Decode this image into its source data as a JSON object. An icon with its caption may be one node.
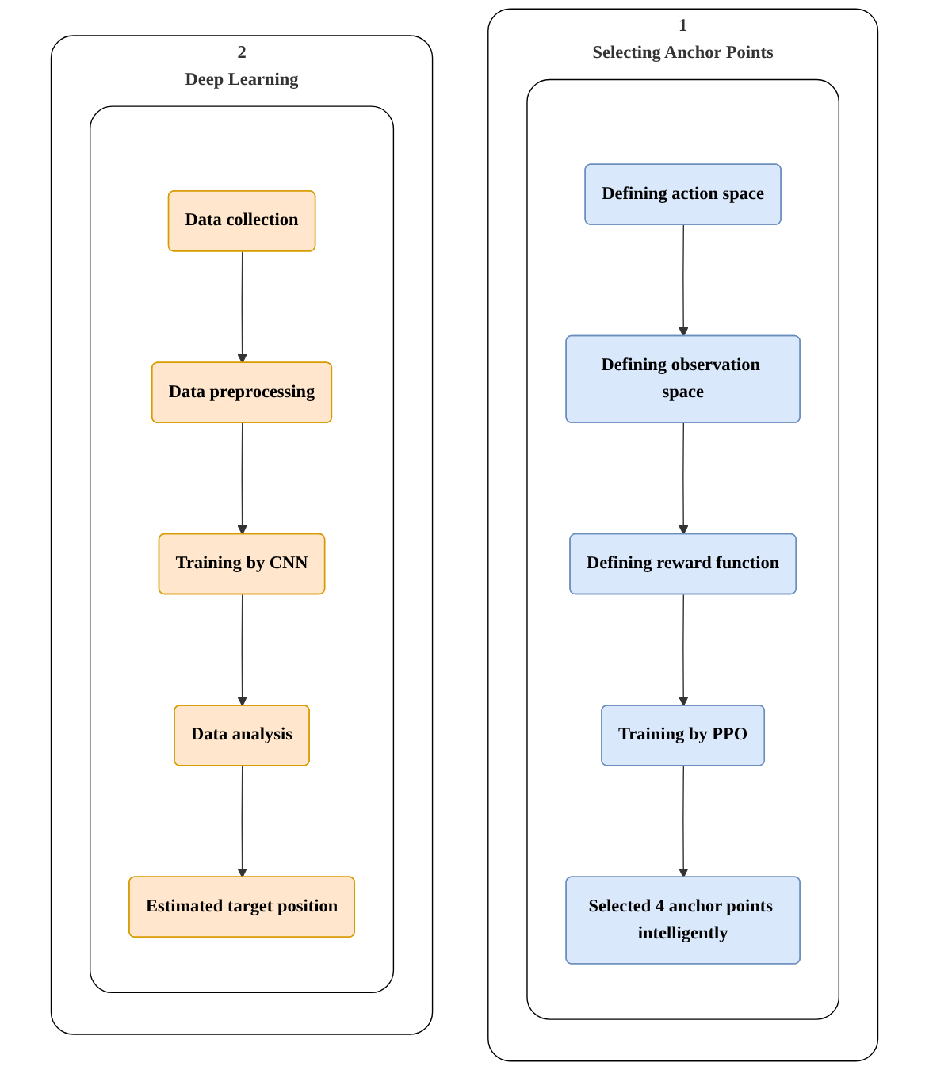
{
  "diagram": {
    "nodes": [
      {
        "text": [
          "1",
          "Selecting Anchor Points"
        ]
      },
      {
        "text": [],
        "shape": "box",
        "in": 0
      },
      {
        "text": [
          "Defining action space"
        ],
        "in": 1
      },
      {
        "text": [
          "Defining observation space"
        ],
        "in": 1
      },
      {
        "text": [
          "Defining reward function"
        ],
        "in": 1
      },
      {
        "text": [
          "Training by PPO"
        ],
        "in": 1
      },
      {
        "text": [
          "Selected 4 anchor points intelligently"
        ],
        "in": 1
      },
      {
        "text": [
          "2",
          "Deep Learning"
        ]
      },
      {
        "text": [],
        "shape": "box",
        "in": 7
      },
      {
        "text": [
          "Data collection"
        ],
        "in": 8
      },
      {
        "text": [
          "Data preprocessing"
        ],
        "in": 8
      },
      {
        "text": [
          "Training by CNN"
        ],
        "in": 8
      },
      {
        "text": [
          "Data analysis"
        ],
        "in": 8
      },
      {
        "text": [
          "Estimated target position"
        ],
        "in": 8
      }
    ],
    "edges": [
      {
        "from": 2,
        "to": 3,
        "arrow": "to"
      },
      {
        "from": 3,
        "to": 4,
        "arrow": "to"
      },
      {
        "from": 4,
        "to": 5,
        "arrow": "to"
      },
      {
        "from": 5,
        "to": 6,
        "arrow": "to"
      },
      {
        "from": 9,
        "to": 10,
        "arrow": "to"
      },
      {
        "from": 10,
        "to": 11,
        "arrow": "to"
      },
      {
        "from": 11,
        "to": 12,
        "arrow": "to"
      },
      {
        "from": 12,
        "to": 13,
        "arrow": "to"
      }
    ]
  }
}
